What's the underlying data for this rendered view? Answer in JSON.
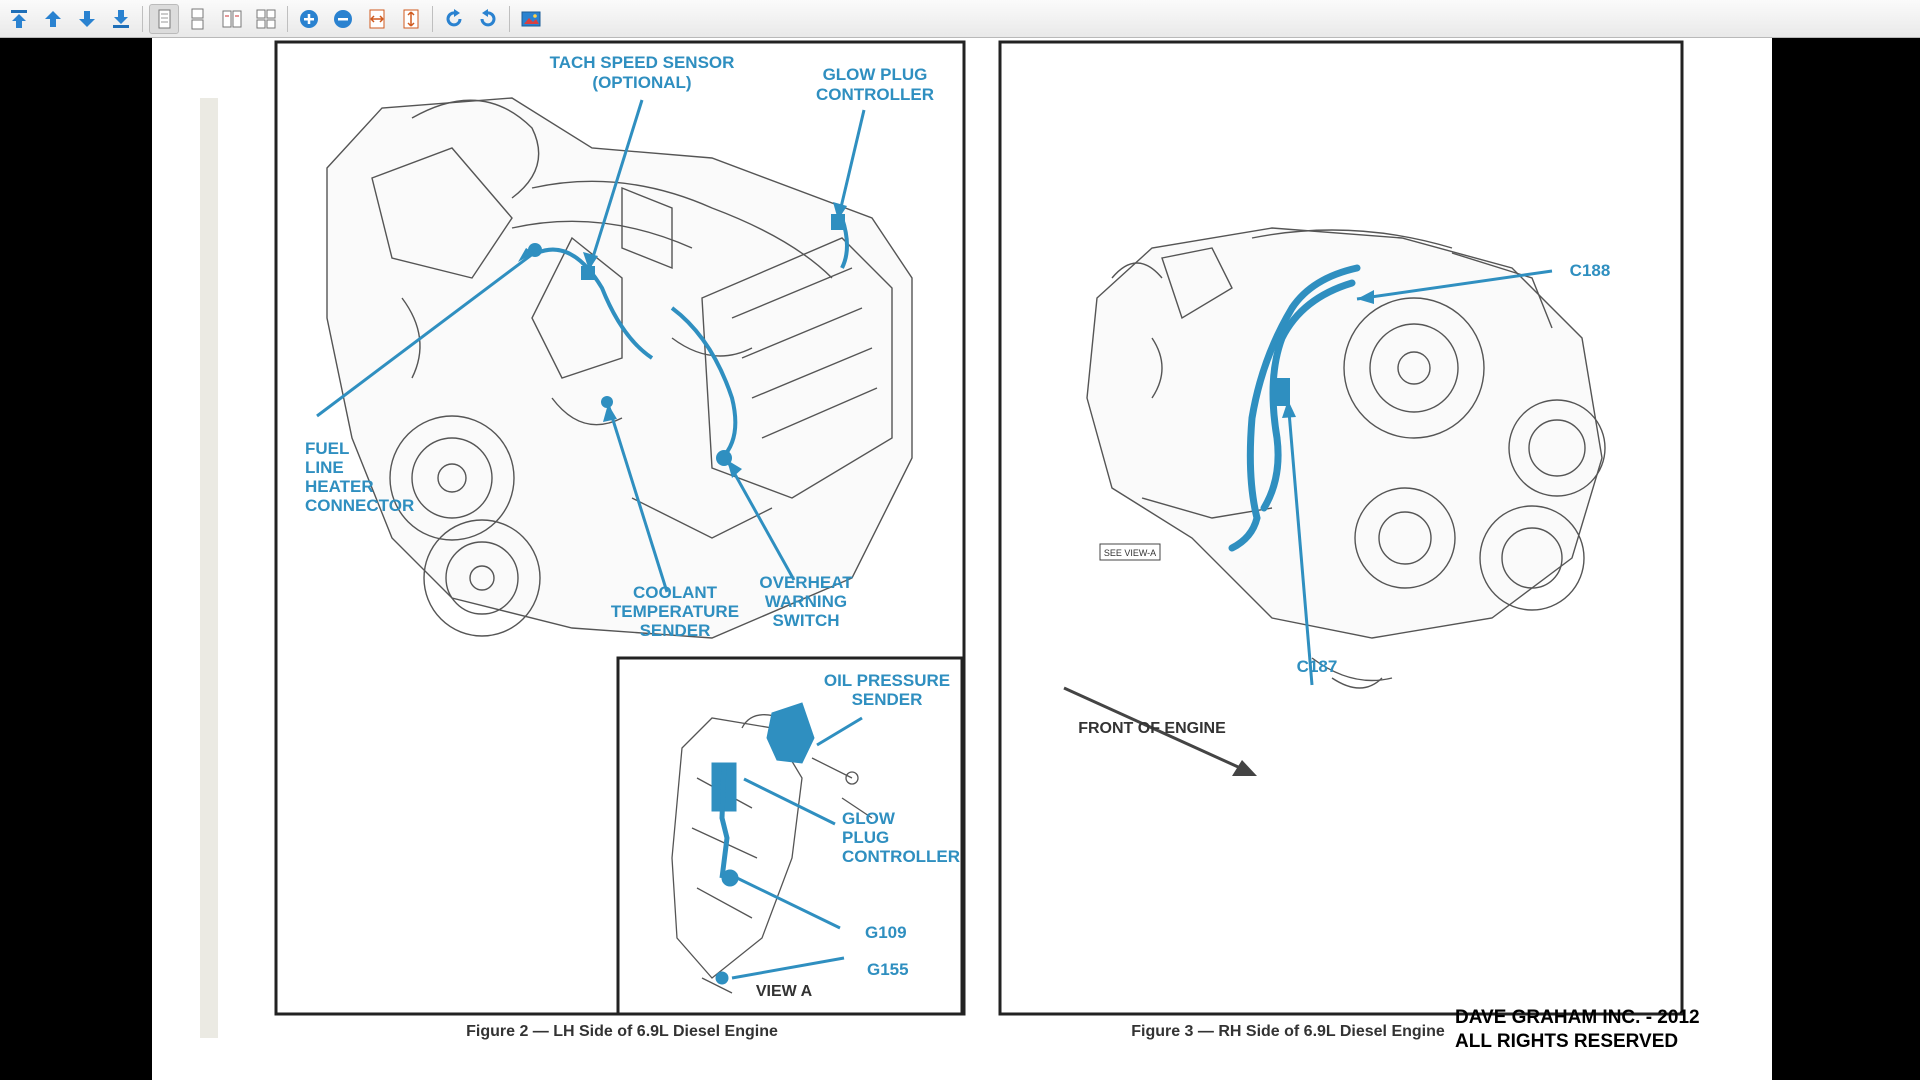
{
  "toolbar": {
    "buttons": [
      {
        "name": "first-page-button",
        "icon": "arrow-top-icon"
      },
      {
        "name": "previous-page-button",
        "icon": "arrow-up-icon"
      },
      {
        "name": "next-page-button",
        "icon": "arrow-down-icon"
      },
      {
        "name": "last-page-button",
        "icon": "arrow-bottom-icon"
      },
      {
        "name": "single-page-button",
        "icon": "single-page-icon",
        "active": true
      },
      {
        "name": "continuous-page-button",
        "icon": "continuous-page-icon"
      },
      {
        "name": "facing-pages-button",
        "icon": "facing-pages-icon"
      },
      {
        "name": "facing-continuous-button",
        "icon": "facing-continuous-icon"
      },
      {
        "name": "zoom-in-button",
        "icon": "zoom-in-icon"
      },
      {
        "name": "zoom-out-button",
        "icon": "zoom-out-icon"
      },
      {
        "name": "fit-width-button",
        "icon": "fit-width-icon"
      },
      {
        "name": "fit-page-button",
        "icon": "fit-page-icon"
      },
      {
        "name": "rotate-clockwise-button",
        "icon": "rotate-clockwise-icon"
      },
      {
        "name": "rotate-counterclockwise-button",
        "icon": "rotate-counterclockwise-icon"
      },
      {
        "name": "export-image-button",
        "icon": "image-icon"
      }
    ],
    "accent": "#1f6fb8"
  },
  "document": {
    "accent_color": "#2f8fc0",
    "figure2": {
      "labels": {
        "tach_1": "TACH SPEED SENSOR",
        "tach_2": "(OPTIONAL)",
        "glow_top_1": "GLOW PLUG",
        "glow_top_2": "CONTROLLER",
        "fuel_1": "FUEL",
        "fuel_2": "LINE",
        "fuel_3": "HEATER",
        "fuel_4": "CONNECTOR",
        "coolant_1": "COOLANT",
        "coolant_2": "TEMPERATURE",
        "coolant_3": "SENDER",
        "overheat_1": "OVERHEAT",
        "overheat_2": "WARNING",
        "overheat_3": "SWITCH",
        "oil_1": "OIL PRESSURE",
        "oil_2": "SENDER",
        "glow_inset_1": "GLOW",
        "glow_inset_2": "PLUG",
        "glow_inset_3": "CONTROLLER",
        "g109": "G109",
        "g155": "G155",
        "view_a": "VIEW A"
      },
      "caption": "Figure 2 — LH Side of 6.9L Diesel Engine"
    },
    "figure3": {
      "labels": {
        "c188": "C188",
        "c187": "C187",
        "front": "FRONT OF ENGINE",
        "view_tag": "SEE VIEW-A"
      },
      "caption": "Figure 3 — RH Side of 6.9L Diesel Engine"
    },
    "copyright_1": "DAVE GRAHAM INC. - 2012",
    "copyright_2": "ALL RIGHTS RESERVED"
  }
}
